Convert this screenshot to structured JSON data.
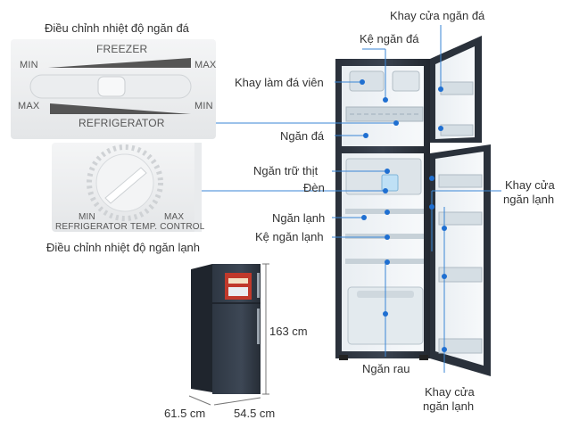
{
  "freezer_control": {
    "caption": "Điều chỉnh nhiệt độ ngăn đá",
    "top_label": "FREEZER",
    "bottom_label": "REFRIGERATOR",
    "top_min": "MIN",
    "top_max": "MAX",
    "bottom_max": "MAX",
    "bottom_min": "MIN"
  },
  "fridge_control": {
    "caption": "Điều chỉnh nhiệt độ ngăn lạnh",
    "min_label": "MIN",
    "max_label": "MAX",
    "left_text": "REFRIGERATOR",
    "right_text": "TEMP. CONTROL"
  },
  "labels": {
    "freezer_door_tray": "Khay cửa ngăn đá",
    "freezer_shelf": "Kệ ngăn đá",
    "ice_tray": "Khay làm đá viên",
    "freezer_compartment": "Ngăn đá",
    "meat_compartment": "Ngăn trữ thịt",
    "light": "Đèn",
    "fridge_compartment": "Ngăn lạnh",
    "fridge_shelf": "Kệ ngăn lạnh",
    "fridge_door_tray_right_1": "Khay cửa",
    "fridge_door_tray_right_2": "ngăn lạnh",
    "vegetable_drawer": "Ngăn rau",
    "fridge_door_tray_bottom_1": "Khay cửa",
    "fridge_door_tray_bottom_2": "ngăn lạnh"
  },
  "dimensions": {
    "height": "163 cm",
    "depth": "61.5 cm",
    "width": "54.5 cm"
  },
  "colors": {
    "marker": "#1f6fd1",
    "leader": "#3a86d6",
    "fridge_body": "#2c3440"
  }
}
